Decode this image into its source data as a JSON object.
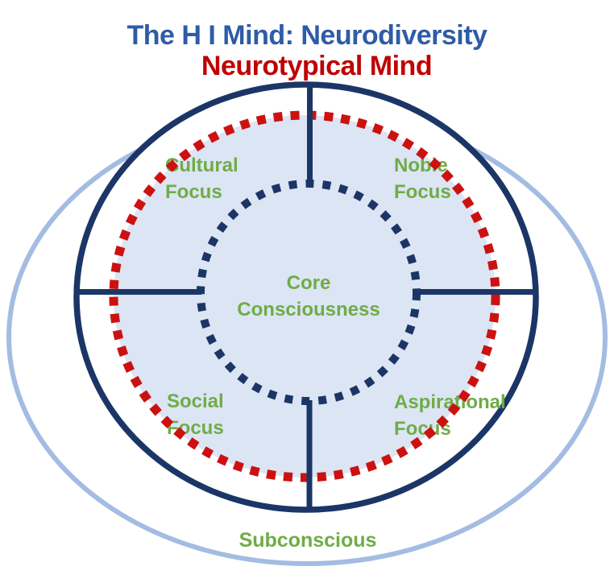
{
  "title": {
    "line1": "The H I Mind: Neurodiversity",
    "line2": "Neurotypical Mind"
  },
  "labels": {
    "cultural": {
      "line1": "Cultural",
      "line2": "Focus"
    },
    "noble": {
      "line1": "Noble",
      "line2": "Focus"
    },
    "core": {
      "line1": "Core",
      "line2": "Consciousness"
    },
    "social": {
      "line1": "Social",
      "line2": "Focus"
    },
    "aspirational": {
      "line1": "Aspirational",
      "line2": "Focus"
    },
    "subconscious": "Subconscious"
  },
  "colors": {
    "title_blue": "#2E5CA6",
    "title_red": "#C00000",
    "navy": "#1B3666",
    "dot_red": "#CC1111",
    "outer_ellipse_blue": "#A3BCE2",
    "inner_fill_blue": "#DCE5F3",
    "label_green": "#6FAC47",
    "background": "#FFFFFF"
  }
}
